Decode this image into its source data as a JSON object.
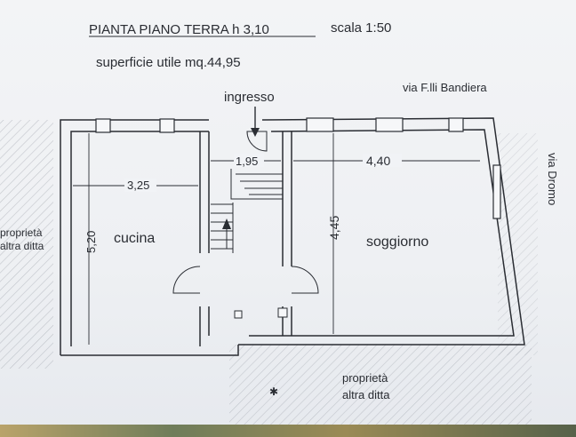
{
  "title": "PIANTA PIANO TERRA  h 3,10",
  "scale": "scala 1:50",
  "surface": "superficie utile mq.44,95",
  "street_top": "via F.lli Bandiera",
  "street_right": "via Dromo",
  "entrance": "ingresso",
  "neighbor_left": [
    "proprietà",
    "altra ditta"
  ],
  "neighbor_bottom": [
    "proprietà",
    "altra ditta"
  ],
  "rooms": {
    "kitchen": "cucina",
    "living": "soggiorno"
  },
  "dimensions": {
    "kitchen_width": "3,25",
    "kitchen_depth": "5,20",
    "hall_width": "1,95",
    "living_width": "4,40",
    "living_depth": "4,45"
  },
  "colors": {
    "ink": "#2a2d33",
    "paper": "#f0f2f5",
    "hatch": "#8a8f98"
  }
}
